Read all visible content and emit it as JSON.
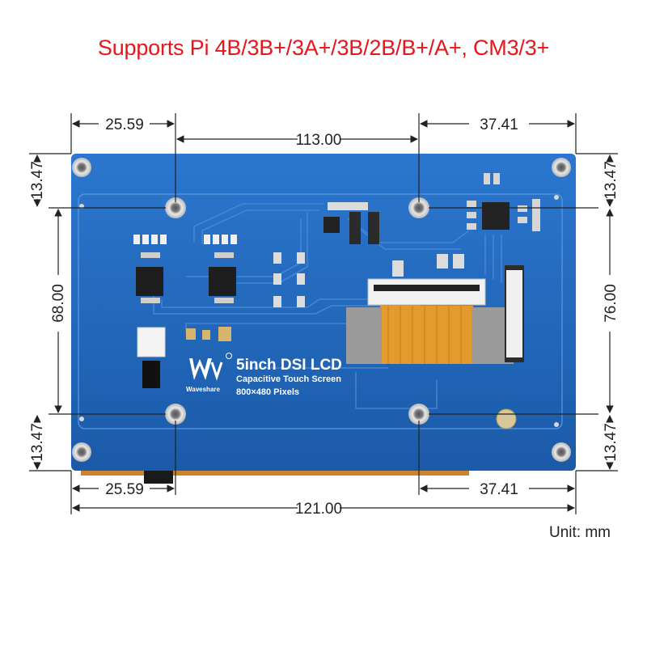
{
  "headline": "Supports Pi 4B/3B+/3A+/3B/2B/B+/A+, CM3/3+",
  "unit_label": "Unit: mm",
  "dimensions": {
    "top_left_offset": "25.59",
    "top_right_offset": "37.41",
    "hole_spacing_width": "113.00",
    "bottom_left_offset": "25.59",
    "bottom_right_offset": "37.41",
    "overall_width": "121.00",
    "left_top_offset": "13.47",
    "left_hole_spacing_height": "68.00",
    "left_bottom_offset": "13.47",
    "right_top_offset": "13.47",
    "overall_height": "76.00",
    "right_bottom_offset": "13.47"
  },
  "board": {
    "brand": "Waveshare",
    "title": "5inch DSI LCD",
    "subtitle": "Capacitive Touch Screen",
    "resolution": "800×480 Pixels",
    "colors": {
      "pcb": "#1f63b5",
      "pcb_inner": "#2a74c8",
      "ribbon": "#e49b2c",
      "dim_line": "#222222",
      "headline": "#e8161b"
    }
  }
}
